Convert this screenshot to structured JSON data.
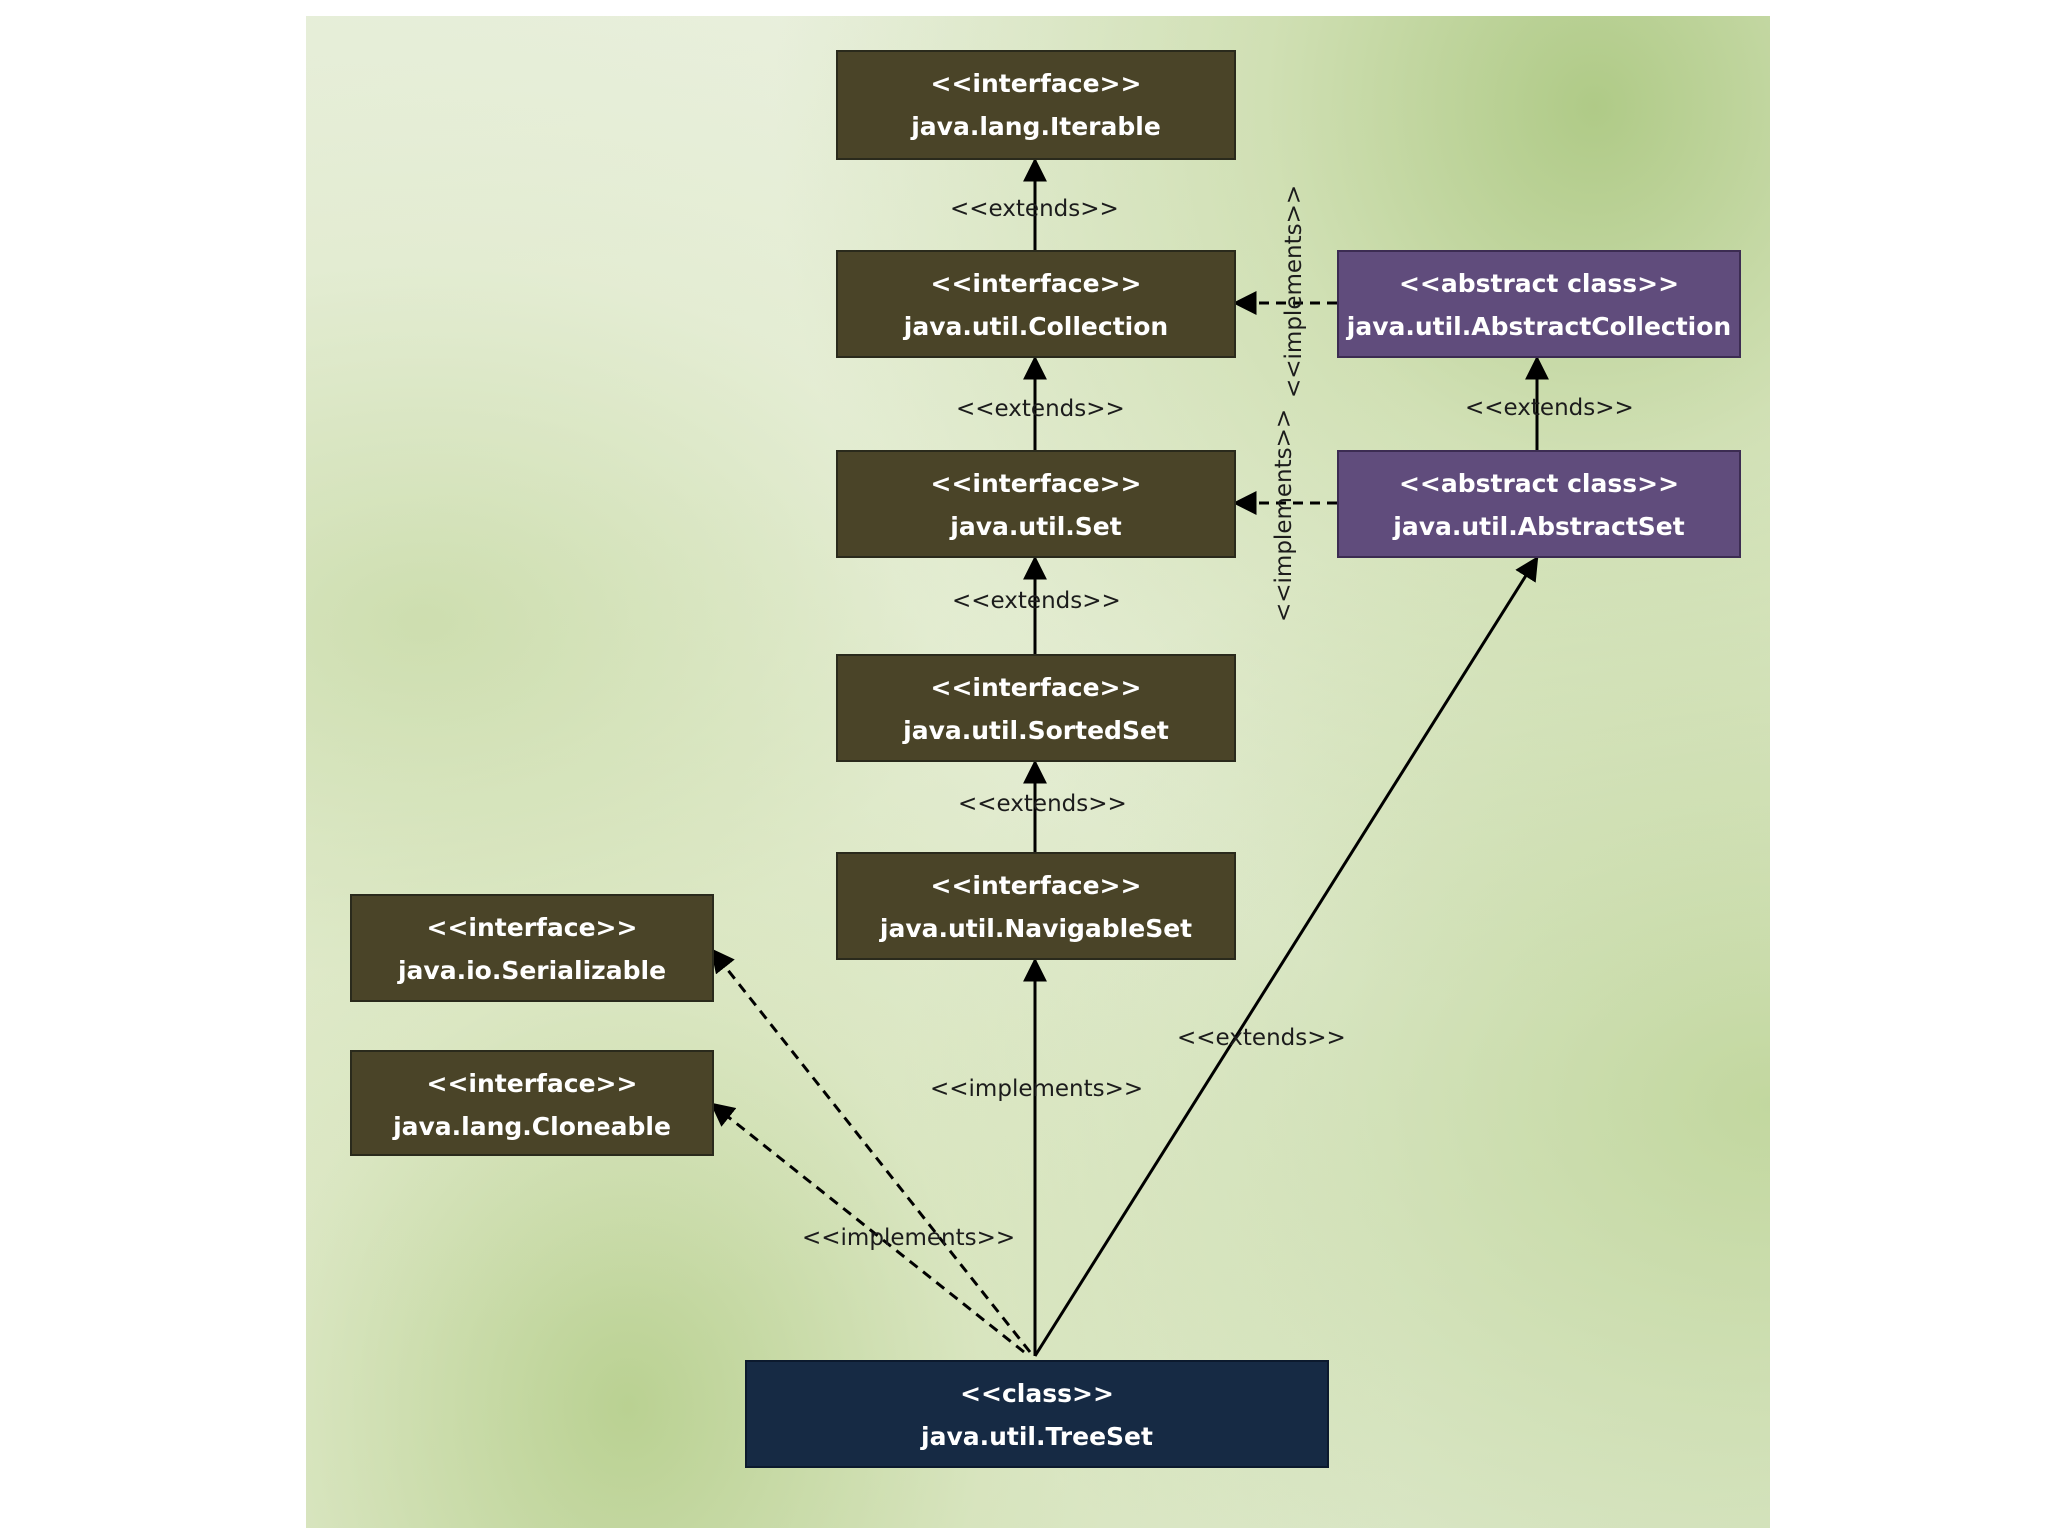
{
  "nodes": {
    "iterable": {
      "stereotype": "<<interface>>",
      "name": "java.lang.Iterable"
    },
    "collection": {
      "stereotype": "<<interface>>",
      "name": "java.util.Collection"
    },
    "set": {
      "stereotype": "<<interface>>",
      "name": "java.util.Set"
    },
    "sortedset": {
      "stereotype": "<<interface>>",
      "name": "java.util.SortedSet"
    },
    "navigableset": {
      "stereotype": "<<interface>>",
      "name": "java.util.NavigableSet"
    },
    "serializable": {
      "stereotype": "<<interface>>",
      "name": "java.io.Serializable"
    },
    "cloneable": {
      "stereotype": "<<interface>>",
      "name": "java.lang.Cloneable"
    },
    "abstractcollection": {
      "stereotype": "<<abstract class>>",
      "name": "java.util.AbstractCollection"
    },
    "abstractset": {
      "stereotype": "<<abstract class>>",
      "name": "java.util.AbstractSet"
    },
    "treeset": {
      "stereotype": "<<class>>",
      "name": "java.util.TreeSet"
    }
  },
  "edges": {
    "collection_iterable": "<<extends>>",
    "set_collection": "<<extends>>",
    "sortedset_set": "<<extends>>",
    "navigableset_sortedset": "<<extends>>",
    "abstractset_abstractcollection": "<<extends>>",
    "abstractcollection_collection": "<<implements>>",
    "abstractset_set": "<<implements>>",
    "treeset_navigableset": "<<implements>>",
    "treeset_abstractset": "<<extends>>",
    "treeset_serializable_cloneable": "<<implements>>"
  },
  "colors": {
    "interface": "#4a4428",
    "abstract_class": "#604c7c",
    "class": "#162a44",
    "edge": "#000000"
  }
}
